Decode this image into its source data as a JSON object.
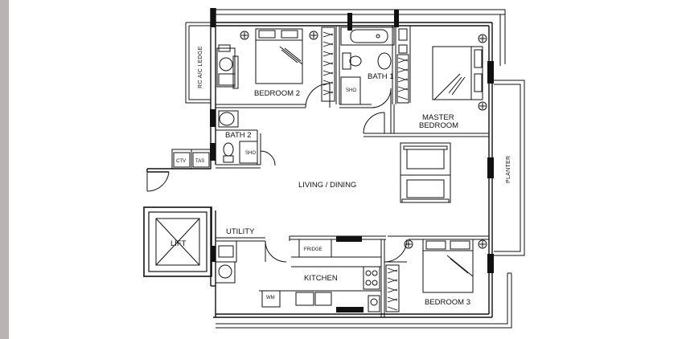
{
  "rooms": {
    "bedroom2": "BEDROOM 2",
    "bath1": "BATH 1",
    "master_line1": "MASTER",
    "master_line2": "BEDROOM",
    "bath2": "BATH 2",
    "living_dining": "LIVING / DINING",
    "utility": "UTILITY",
    "kitchen": "KITCHEN",
    "bedroom3": "BEDROOM 3",
    "lift": "LIFT"
  },
  "fixtures": {
    "ac_ledge": "RC A/C LEDGE",
    "planter": "PLANTER",
    "sho1": "SHO",
    "sho2": "SHO",
    "ctv": "CTV",
    "tas": "TAS",
    "fridge": "FRIDGE",
    "wm": "WM"
  },
  "colors": {
    "wall": "#111111",
    "line": "#333333",
    "sidebar": "#b9b4b4"
  }
}
